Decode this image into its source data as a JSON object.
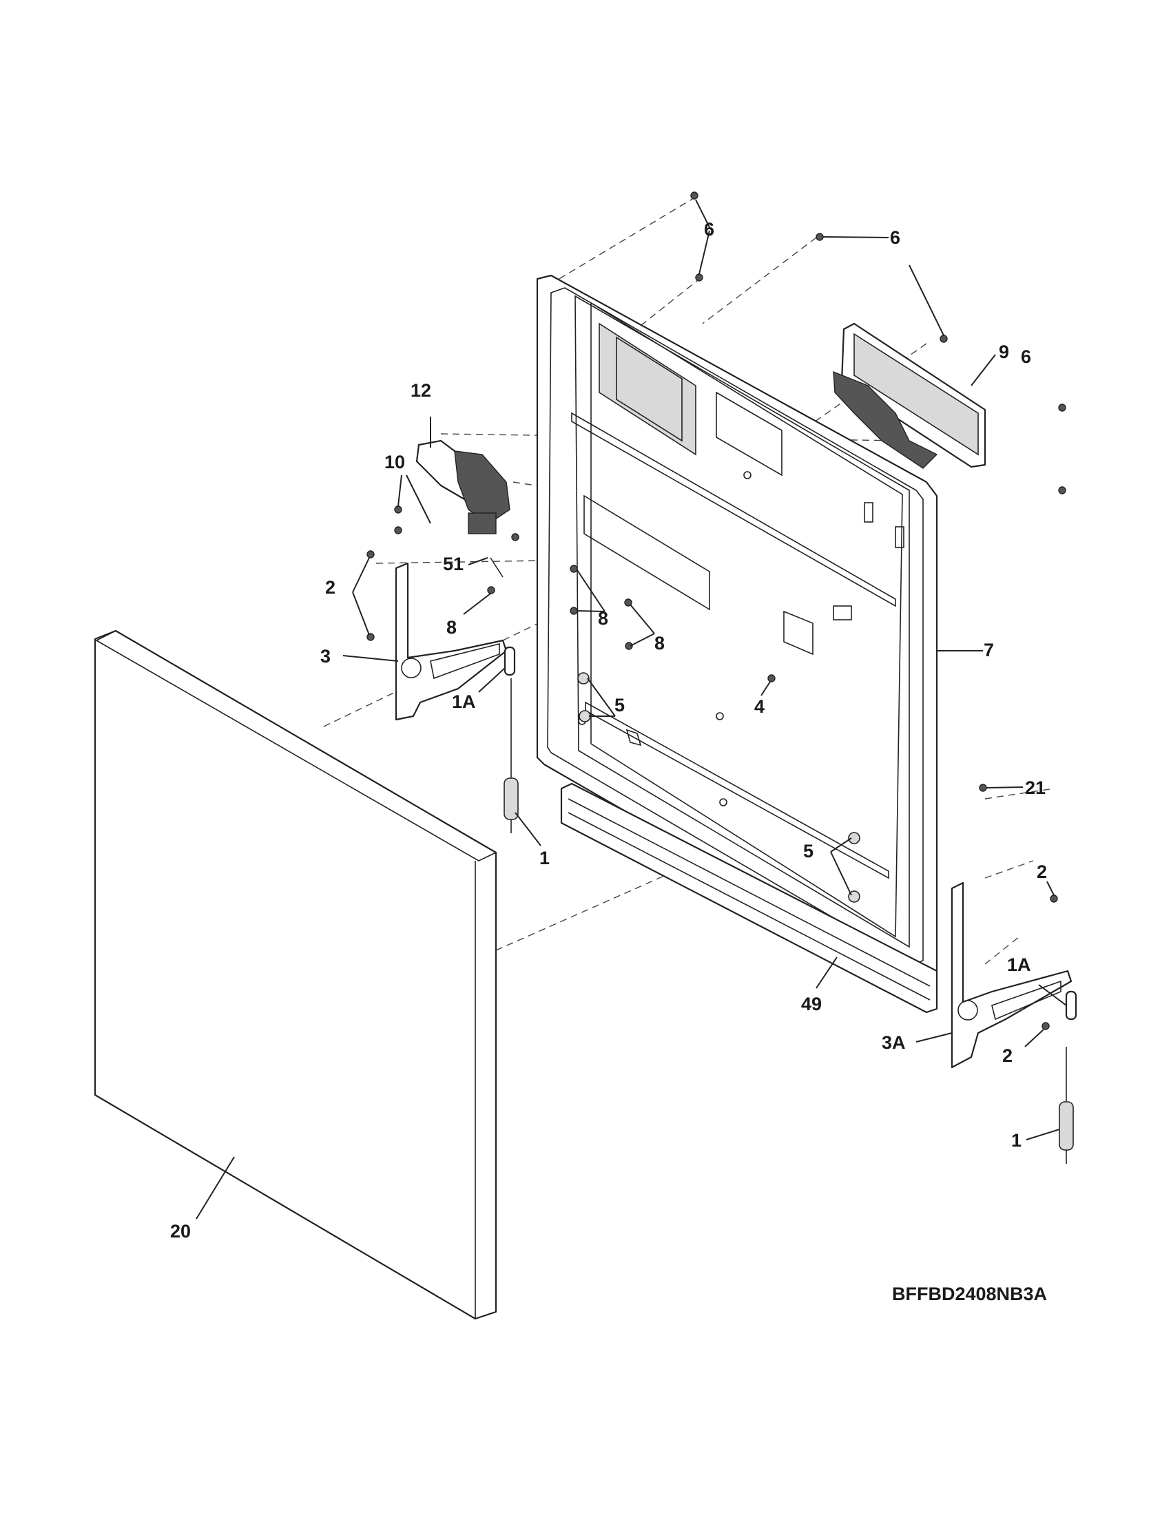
{
  "diagram": {
    "model_number": "BFFBD2408NB3A",
    "callouts": [
      "6",
      "6",
      "6",
      "9",
      "12",
      "10",
      "51",
      "2",
      "8",
      "8",
      "8",
      "3",
      "1A",
      "5",
      "4",
      "7",
      "21",
      "1",
      "5",
      "2",
      "1A",
      "49",
      "3A",
      "2",
      "1",
      "20"
    ]
  }
}
